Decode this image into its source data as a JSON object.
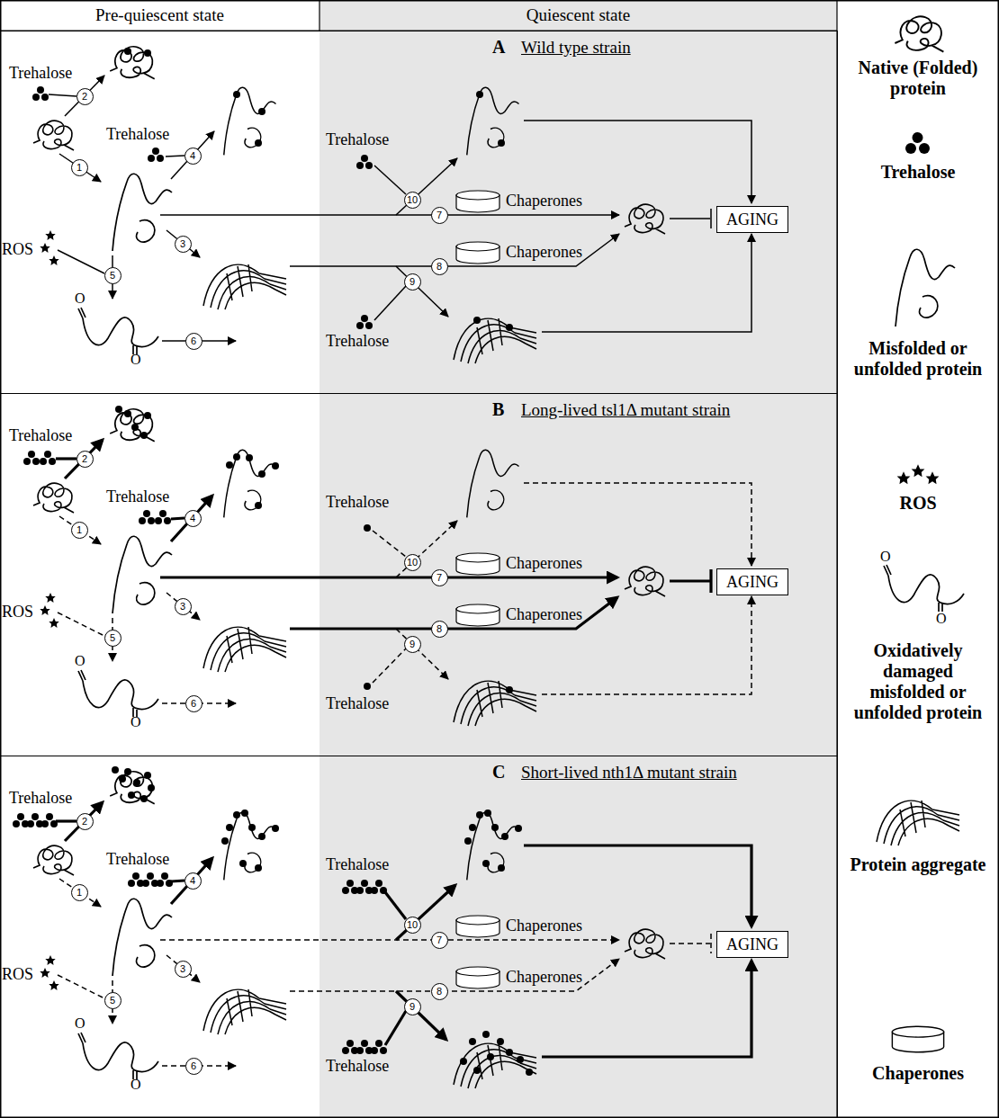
{
  "diagram": {
    "nodes": [
      {
        "text": [
          "A",
          "Wild type strain"
        ]
      },
      {
        "text": [
          "Chaperones"
        ],
        "in": 0
      },
      {
        "text": [
          "Chaperones"
        ],
        "in": 0
      },
      {
        "text": [
          "AGING"
        ],
        "in": 0
      },
      {
        "text": [
          "B",
          "Long-lived tsl1Δ mutant strain"
        ]
      },
      {
        "text": [
          "Chaperones"
        ],
        "in": 4
      },
      {
        "text": [
          "Chaperones"
        ],
        "in": 4
      },
      {
        "text": [
          "AGING"
        ],
        "in": 4
      },
      {
        "text": [
          "C",
          "Short-lived nth1Δ mutant strain"
        ]
      },
      {
        "text": [
          "Chaperones"
        ],
        "in": 8
      },
      {
        "text": [
          "Chaperones"
        ],
        "in": 8
      },
      {
        "text": [
          "AGING"
        ],
        "in": 8
      }
    ],
    "labels": [
      "Pre-quiescent state",
      "Quiescent state",
      "Trehalose",
      "Trehalose",
      "ROS",
      "O",
      "O",
      "Trehalose",
      "Trehalose",
      "1",
      "2",
      "3",
      "4",
      "5",
      "6",
      "7",
      "8",
      "9",
      "10",
      "Trehalose",
      "Trehalose",
      "ROS",
      "O",
      "O",
      "Trehalose",
      "Trehalose",
      "1",
      "2",
      "3",
      "4",
      "5",
      "6",
      "7",
      "8",
      "9",
      "10",
      "Trehalose",
      "Trehalose",
      "ROS",
      "O",
      "O",
      "Trehalose",
      "Trehalose",
      "1",
      "2",
      "3",
      "4",
      "5",
      "6",
      "7",
      "8",
      "9",
      "10",
      "O",
      "O"
    ],
    "legend": [
      {
        "text": "Native (Folded) protein"
      },
      {
        "text": "Trehalose"
      },
      {
        "text": "Misfolded or unfolded protein"
      },
      {
        "text": "ROS"
      },
      {
        "text": "Oxidatively damaged misfolded or unfolded protein"
      },
      {
        "text": "Protein aggregate"
      },
      {
        "text": "Chaperones"
      }
    ]
  }
}
